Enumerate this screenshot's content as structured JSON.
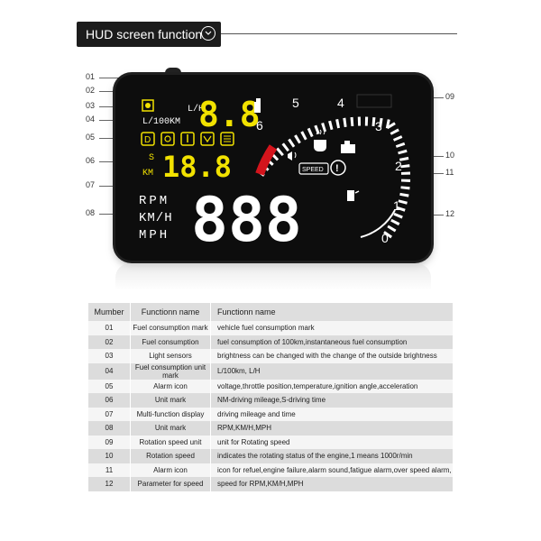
{
  "header": {
    "title": "HUD screen function"
  },
  "callouts": [
    "01",
    "02",
    "03",
    "04",
    "05",
    "06",
    "07",
    "08",
    "09",
    "10",
    "11",
    "12"
  ],
  "display": {
    "fuel_value": "8.8",
    "fuel_units_top": "L/H",
    "fuel_units_bottom": "L/100KM",
    "unit_s": "S",
    "unit_km": "KM",
    "mileage_value": "18.8",
    "speed_value": "888",
    "speed_units": [
      "RPM",
      "KM/H",
      "MPH"
    ],
    "tach_labels": [
      "0",
      "1",
      "2",
      "3",
      "4",
      "5",
      "6"
    ],
    "speed_badge": "SPEED",
    "alarm_mark": "!",
    "colors": {
      "segment_yellow": "#f2e200",
      "segment_white": "#ffffff",
      "redline": "#d4141c",
      "screen": "#0d0d0d"
    }
  },
  "table": {
    "headers": [
      "Mumber",
      "Functionn name",
      "Functionn name"
    ],
    "rows": [
      [
        "01",
        "Fuel consumption mark",
        "vehicle fuel consumption mark"
      ],
      [
        "02",
        "Fuel consumption",
        "fuel consumption of 100km,instantaneous fuel consumption"
      ],
      [
        "03",
        "Light sensors",
        "brightness can be changed with the change of the outside brightness"
      ],
      [
        "04",
        "Fuel consumption unit mark",
        "L/100km, L/H"
      ],
      [
        "05",
        "Alarm icon",
        "voltage,throttle position,temperature,ignition angle,acceleration"
      ],
      [
        "06",
        "Unit mark",
        "NM-driving mileage,S-driving time"
      ],
      [
        "07",
        "Multi-function display",
        "driving mileage and time"
      ],
      [
        "08",
        "Unit mark",
        "RPM,KM/H,MPH"
      ],
      [
        "09",
        "Rotation speed unit",
        "unit for Rotating speed"
      ],
      [
        "10",
        "Rotation speed",
        "indicates the rotating status of the engine,1 means 1000r/min"
      ],
      [
        "11",
        "Alarm icon",
        "icon for refuel,engine failure,alarm sound,fatigue alarm,over speed alarm,"
      ],
      [
        "12",
        "Parameter for speed",
        "speed for RPM,KM/H,MPH"
      ]
    ]
  }
}
